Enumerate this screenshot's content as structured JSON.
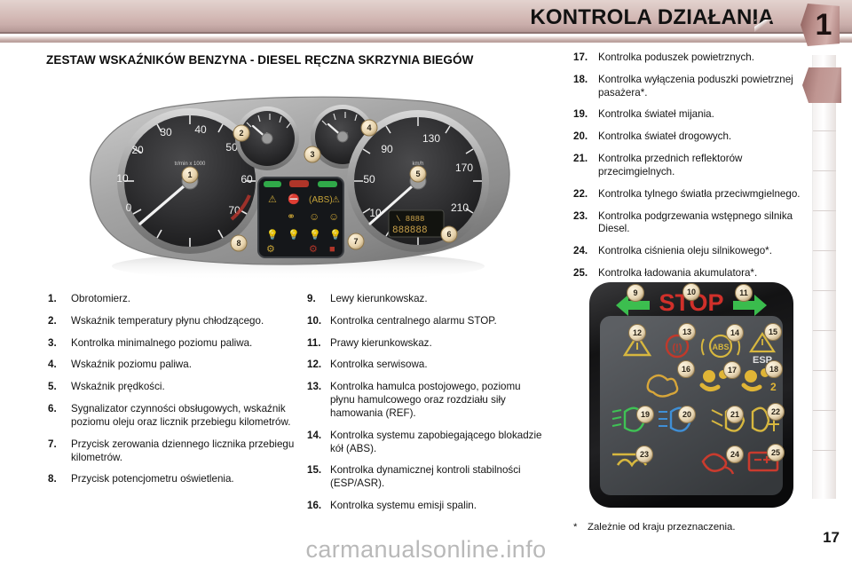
{
  "header": {
    "title": "KONTROLA DZIAŁANIA",
    "chapter_number": "1",
    "band_color": "#d3b9b5",
    "tab_color": "#b98d89"
  },
  "section": {
    "title": "ZESTAW WSKAŹNIKÓW BENZYNA - DIESEL RĘCZNA SKRZYNIA BIEGÓW"
  },
  "items": [
    {
      "num": "1.",
      "text": "Obrotomierz."
    },
    {
      "num": "2.",
      "text": "Wskaźnik temperatury płynu chłodzącego."
    },
    {
      "num": "3.",
      "text": "Kontrolka minimalnego poziomu paliwa."
    },
    {
      "num": "4.",
      "text": "Wskaźnik poziomu paliwa."
    },
    {
      "num": "5.",
      "text": "Wskaźnik prędkości."
    },
    {
      "num": "6.",
      "text": "Sygnalizator czynności obsługowych, wskaźnik poziomu oleju oraz licznik przebiegu kilometrów."
    },
    {
      "num": "7.",
      "text": "Przycisk zerowania dziennego licznika przebiegu kilometrów."
    },
    {
      "num": "8.",
      "text": "Przycisk potencjometru oświetlenia."
    },
    {
      "num": "9.",
      "text": "Lewy kierunkowskaz."
    },
    {
      "num": "10.",
      "text": "Kontrolka centralnego alarmu STOP."
    },
    {
      "num": "11.",
      "text": "Prawy kierunkowskaz."
    },
    {
      "num": "12.",
      "text": "Kontrolka serwisowa."
    },
    {
      "num": "13.",
      "text": "Kontrolka hamulca postojowego, poziomu płynu hamulcowego oraz rozdziału siły hamowania (REF)."
    },
    {
      "num": "14.",
      "text": "Kontrolka systemu zapobiegającego blokadzie kół (ABS)."
    },
    {
      "num": "15.",
      "text": "Kontrolka dynamicznej kontroli stabilności (ESP/ASR)."
    },
    {
      "num": "16.",
      "text": "Kontrolka systemu emisji spalin."
    },
    {
      "num": "17.",
      "text": "Kontrolka poduszek powietrznych."
    },
    {
      "num": "18.",
      "text": "Kontrolka wyłączenia poduszki powietrznej pasażera*."
    },
    {
      "num": "19.",
      "text": "Kontrolka świateł mijania."
    },
    {
      "num": "20.",
      "text": "Kontrolka świateł drogowych."
    },
    {
      "num": "21.",
      "text": "Kontrolka przednich reflektorów przecimgielnych."
    },
    {
      "num": "22.",
      "text": "Kontrolka tylnego światła przeciwmgielnego."
    },
    {
      "num": "23.",
      "text": "Kontrolka podgrzewania wstępnego silnika Diesel."
    },
    {
      "num": "24.",
      "text": "Kontrolka ciśnienia oleju silnikowego*."
    },
    {
      "num": "25.",
      "text": "Kontrolka ładowania akumulatora*."
    }
  ],
  "footnote": {
    "star": "*",
    "text": "Zależnie od kraju przeznaczenia."
  },
  "page_number": "17",
  "watermark": "carmanualsonline.info",
  "instrument_cluster": {
    "tachometer": {
      "label": "tr/min x 1000",
      "ticks": [
        "0",
        "10",
        "20",
        "30",
        "40",
        "50",
        "60",
        "70"
      ],
      "callouts": [
        "1"
      ]
    },
    "coolant_gauge": {
      "callouts": [
        "2",
        "3"
      ]
    },
    "fuel_gauge": {
      "callouts": [
        "4"
      ]
    },
    "speedometer": {
      "label": "km/h",
      "ticks": [
        "10",
        "50",
        "90",
        "130",
        "170",
        "210"
      ],
      "callouts": [
        "5"
      ]
    },
    "odometer_display": {
      "trip": "8888",
      "total": "888888",
      "callouts": [
        "6"
      ]
    },
    "buttons": {
      "callouts": [
        "7",
        "8"
      ]
    }
  },
  "warning_panel": {
    "stop_label": "STOP",
    "esp_label": "ESP",
    "abs_label": "ABS",
    "callouts": [
      "9",
      "10",
      "11",
      "12",
      "13",
      "14",
      "15",
      "16",
      "17",
      "18",
      "19",
      "20",
      "21",
      "22",
      "23",
      "24",
      "25"
    ]
  }
}
